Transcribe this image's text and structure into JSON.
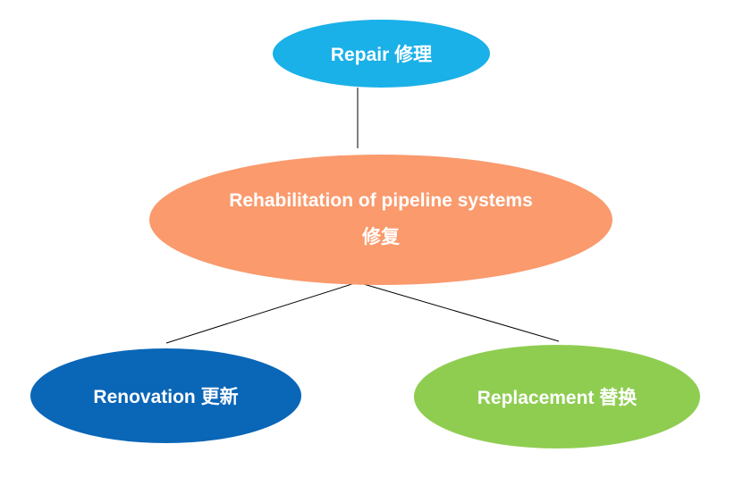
{
  "diagram": {
    "root": {
      "label_en": "Rehabilitation  of pipeline  systems",
      "label_zh": "修复",
      "color": "#fa9a6d"
    },
    "repair": {
      "label": "Repair 修理",
      "color": "#1ab0e8"
    },
    "renovation": {
      "label": "Renovation 更新",
      "color": "#0a66b7"
    },
    "replacement": {
      "label": "Replacement 替换",
      "color": "#8fcd51"
    }
  }
}
